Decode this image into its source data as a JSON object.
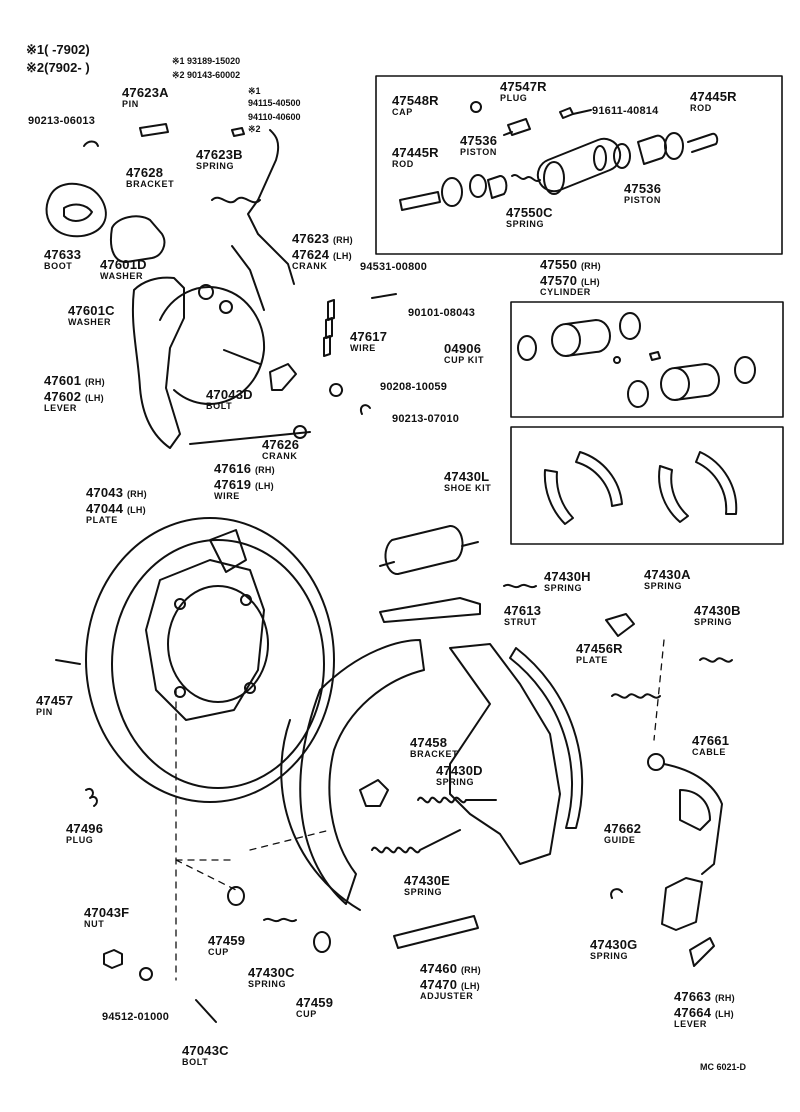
{
  "notes": {
    "line1": "※1(      -7902)",
    "line2": "※2(7902-      )",
    "ref1": "※1 93189-15020",
    "ref2": "※2 90143-60002",
    "ref3_mark": "※1",
    "ref3_a": "94115-40500",
    "ref3_b": "94110-40600",
    "ref3_mark2": "※2"
  },
  "parts": [
    {
      "id": "47623A",
      "desc": "PIN"
    },
    {
      "id": "90213-06013",
      "desc": ""
    },
    {
      "id": "47623B",
      "desc": "SPRING"
    },
    {
      "id": "47628",
      "desc": "BRACKET"
    },
    {
      "id": "47633",
      "desc": "BOOT"
    },
    {
      "id": "47601D",
      "desc": "WASHER"
    },
    {
      "id": "47623",
      "desc": "",
      "side": "(RH)"
    },
    {
      "id": "47624",
      "desc": "CRANK",
      "side": "(LH)"
    },
    {
      "id": "94531-00800",
      "desc": ""
    },
    {
      "id": "90101-08043",
      "desc": ""
    },
    {
      "id": "47601C",
      "desc": "WASHER"
    },
    {
      "id": "47617",
      "desc": "WIRE"
    },
    {
      "id": "47601",
      "desc": "",
      "side": "(RH)"
    },
    {
      "id": "47602",
      "desc": "LEVER",
      "side": "(LH)"
    },
    {
      "id": "47043D",
      "desc": "BOLT"
    },
    {
      "id": "90208-10059",
      "desc": ""
    },
    {
      "id": "90213-07010",
      "desc": ""
    },
    {
      "id": "47626",
      "desc": "CRANK"
    },
    {
      "id": "47616",
      "desc": "",
      "side": "(RH)"
    },
    {
      "id": "47619",
      "desc": "WIRE",
      "side": "(LH)"
    },
    {
      "id": "47548R",
      "desc": "CAP"
    },
    {
      "id": "47547R",
      "desc": "PLUG"
    },
    {
      "id": "91611-40814",
      "desc": ""
    },
    {
      "id": "47445R",
      "desc": "ROD"
    },
    {
      "id": "47536",
      "desc": "PISTON"
    },
    {
      "id": "47445R",
      "desc": "ROD"
    },
    {
      "id": "47536",
      "desc": "PISTON"
    },
    {
      "id": "47550C",
      "desc": "SPRING"
    },
    {
      "id": "47550",
      "desc": "",
      "side": "(RH)"
    },
    {
      "id": "47570",
      "desc": "CYLINDER",
      "side": "(LH)"
    },
    {
      "id": "04906",
      "desc": "CUP KIT"
    },
    {
      "id": "47430L",
      "desc": "SHOE KIT"
    },
    {
      "id": "47043",
      "desc": "",
      "side": "(RH)"
    },
    {
      "id": "47044",
      "desc": "PLATE",
      "side": "(LH)"
    },
    {
      "id": "47430H",
      "desc": "SPRING"
    },
    {
      "id": "47430A",
      "desc": "SPRING"
    },
    {
      "id": "47613",
      "desc": "STRUT"
    },
    {
      "id": "47430B",
      "desc": "SPRING"
    },
    {
      "id": "47456R",
      "desc": "PLATE"
    },
    {
      "id": "47457",
      "desc": "PIN"
    },
    {
      "id": "47458",
      "desc": "BRACKET"
    },
    {
      "id": "47430D",
      "desc": "SPRING"
    },
    {
      "id": "47661",
      "desc": "CABLE"
    },
    {
      "id": "47496",
      "desc": "PLUG"
    },
    {
      "id": "47662",
      "desc": "GUIDE"
    },
    {
      "id": "47430E",
      "desc": "SPRING"
    },
    {
      "id": "47043F",
      "desc": "NUT"
    },
    {
      "id": "47459",
      "desc": "CUP"
    },
    {
      "id": "47430G",
      "desc": "SPRING"
    },
    {
      "id": "47430C",
      "desc": "SPRING"
    },
    {
      "id": "47460",
      "desc": "",
      "side": "(RH)"
    },
    {
      "id": "47470",
      "desc": "ADJUSTER",
      "side": "(LH)"
    },
    {
      "id": "94512-01000",
      "desc": ""
    },
    {
      "id": "47459",
      "desc": "CUP"
    },
    {
      "id": "47663",
      "desc": "",
      "side": "(RH)"
    },
    {
      "id": "47664",
      "desc": "LEVER",
      "side": "(LH)"
    },
    {
      "id": "47043C",
      "desc": "BOLT"
    }
  ],
  "footer_code": "MC 6021-D"
}
